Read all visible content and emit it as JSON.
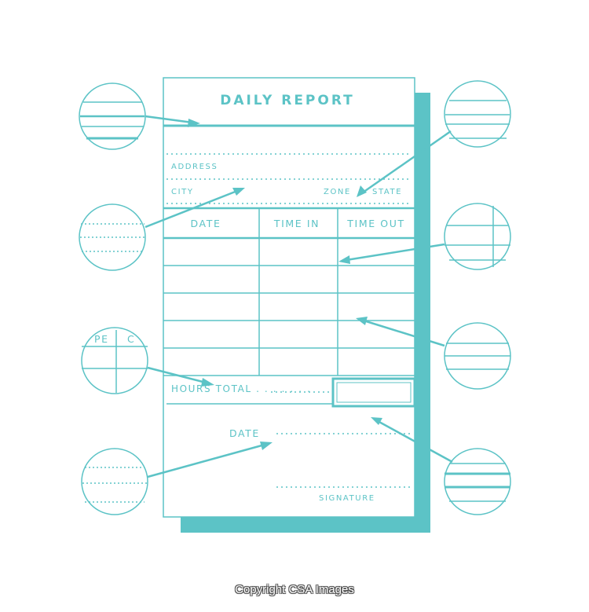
{
  "form": {
    "title": "DAILY REPORT",
    "address_label": "ADDRESS",
    "city_label": "CITY",
    "zone_label": "ZONE",
    "state_label": "STATE",
    "columns": [
      "DATE",
      "TIME IN",
      "TIME OUT"
    ],
    "hours_total_label": "HOURS TOTAL . . . . . . .",
    "date_label": "DATE",
    "signature_label": "SIGNATURE"
  },
  "callouts": {
    "fragment_text_1": "PE",
    "fragment_text_2": "C"
  },
  "footer": {
    "copyright": "Copyright CSA Images"
  },
  "colors": {
    "line": "#5cc3c6",
    "background": "#ffffff"
  }
}
